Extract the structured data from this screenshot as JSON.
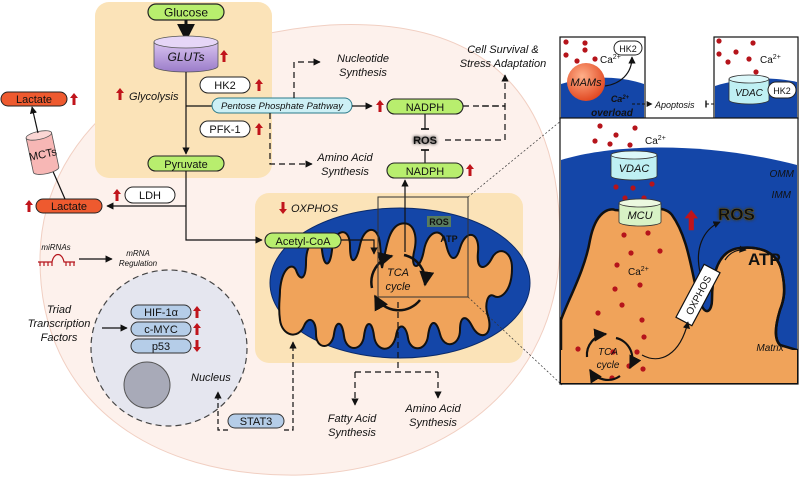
{
  "colors": {
    "cell_bg": "#fdf1ec",
    "glycolysis_box": "#fbe3b8",
    "mito_box": "#fbe3b8",
    "green_pill": "#b8ee6e",
    "mito_blue": "#1446a8",
    "matrix_orange": "#f0a35a",
    "up_arrow": "#c0141b",
    "lactate_red": "#ee5a2f",
    "ros_yellow": "#f2c322",
    "ppp_cyan": "#cdf0f5",
    "tf_blue": "#b5cde8",
    "ca_dot": "#b5141b"
  },
  "glycolysis": {
    "glucose": "Glucose",
    "gluts": "GLUTs",
    "label": "Glycolysis",
    "hk2": "HK2",
    "pfk1": "PFK-1",
    "ppp": "Pentose Phosphate Pathway",
    "pyruvate": "Pyruvate",
    "ldh": "LDH"
  },
  "lactate": {
    "inner": "Lactate",
    "outer": "Lactate",
    "mcts": "MCTs"
  },
  "outputs": {
    "nucleotide": [
      "Nucleotide",
      "Synthesis"
    ],
    "amino_top": [
      "Amino Acid",
      "Synthesis"
    ],
    "survival": [
      "Cell Survival &",
      "Stress Adaptation"
    ],
    "nadph_top": "NADPH",
    "nadph_bottom": "NADPH",
    "ros": "ROS",
    "fatty": [
      "Fatty Acid",
      "Synthesis"
    ],
    "amino_bottom": [
      "Amino Acid",
      "Synthesis"
    ]
  },
  "mito": {
    "oxphos_label": "OXPHOS",
    "acetyl": "Acetyl-CoA",
    "tca": [
      "TCA",
      "cycle"
    ],
    "ros": "ROS",
    "atp": "ATP"
  },
  "regulation": {
    "mirnas": "miRNAs",
    "mrna": [
      "mRNA",
      "Regulation"
    ],
    "triad": [
      "Triad",
      "Transcription",
      "Factors"
    ],
    "factors": [
      {
        "name": "HIF-1α",
        "direction": "up"
      },
      {
        "name": "c-MYC",
        "direction": "up"
      },
      {
        "name": "p53",
        "direction": "down"
      }
    ],
    "nucleus": "Nucleus",
    "stat3": "STAT3"
  },
  "inset_top": {
    "hk2_left": "HK2",
    "ca_left": "Ca",
    "ca_sup": "2+",
    "mams": "MAMs",
    "overload_1": "Ca",
    "overload_sup": "2+",
    "overload_2": "overload",
    "apoptosis": "Apoptosis",
    "ca_right": "Ca",
    "vdac": "VDAC",
    "hk2_right": "HK2"
  },
  "inset_main": {
    "ca_top": "Ca",
    "ca_sup": "2+",
    "vdac": "VDAC",
    "omm": "OMM",
    "imm": "IMM",
    "mcu": "MCU",
    "ros": "ROS",
    "atp": "ATP",
    "ca_mid": "Ca",
    "oxphos": "OXPHOS",
    "tca": [
      "TCA",
      "cycle"
    ],
    "matrix": "Matrix"
  }
}
